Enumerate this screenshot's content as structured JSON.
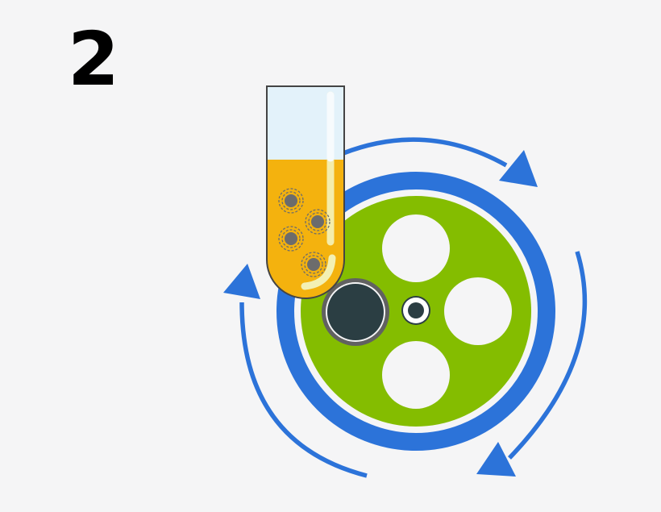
{
  "step": {
    "number": "2"
  },
  "colors": {
    "background": "#f5f5f6",
    "blue": "#2c73d9",
    "green": "#84bd00",
    "hole": "#f5f5f6",
    "dark_hole": "#2b3e43",
    "hole_rim": "#616161",
    "liquid": "#f4b20e",
    "tube_glass": "#e3f2fa",
    "tube_outline": "#444444",
    "highlight": "#f3f0b3",
    "particle": "#6c6c6c"
  },
  "labels": {
    "test_tube": "Test tube with sample",
    "rotor": "Rotor",
    "rotation": "Rotation arrows"
  }
}
